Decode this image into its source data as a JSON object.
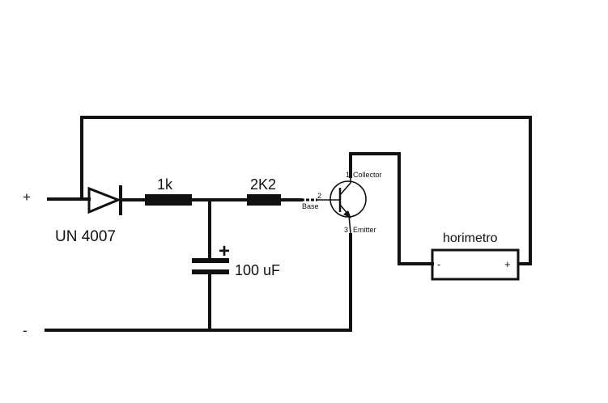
{
  "labels": {
    "plus_terminal": "+",
    "minus_terminal": "-",
    "diode": "UN 4007",
    "resistor_1": "1k",
    "resistor_2": "2K2",
    "capacitor": "100 uF",
    "capacitor_polarity": "+",
    "hour_meter": "horimetro",
    "hour_meter_minus": "-",
    "hour_meter_plus": "+",
    "transistor_pin_1": "1",
    "transistor_pin_2": "2",
    "transistor_pin_3": "3",
    "transistor_collector": "Collector",
    "transistor_base": "Base",
    "transistor_emitter": "Emitter"
  },
  "colors": {
    "line": "#111111",
    "background": "#ffffff"
  }
}
